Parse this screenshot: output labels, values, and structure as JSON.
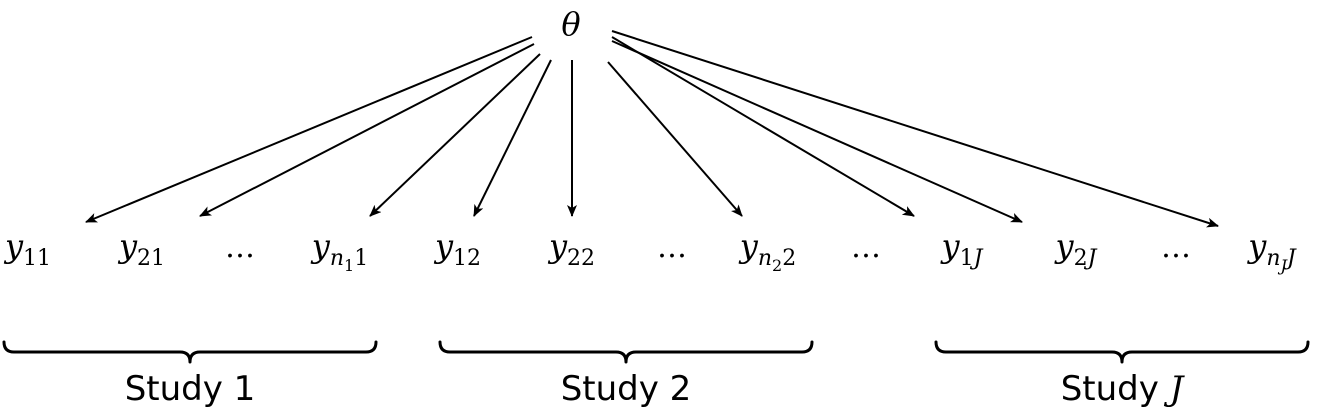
{
  "root": {
    "symbol": "θ"
  },
  "nodes": [
    {
      "id": "y11",
      "base": "y",
      "sub": "11",
      "subsub": ""
    },
    {
      "id": "y21",
      "base": "y",
      "sub": "21",
      "subsub": ""
    },
    {
      "id": "dots1",
      "dots": "…"
    },
    {
      "id": "yn11",
      "base": "y",
      "sub": "n",
      "subsub": "1",
      "tail": "1"
    },
    {
      "id": "y12",
      "base": "y",
      "sub": "12",
      "subsub": ""
    },
    {
      "id": "y22",
      "base": "y",
      "sub": "22",
      "subsub": ""
    },
    {
      "id": "dots2",
      "dots": "…"
    },
    {
      "id": "yn22",
      "base": "y",
      "sub": "n",
      "subsub": "2",
      "tail": "2"
    },
    {
      "id": "dots3",
      "dots": "…"
    },
    {
      "id": "y1J",
      "base": "y",
      "sub": "1",
      "subsub": "",
      "tailItalic": "J"
    },
    {
      "id": "y2J",
      "base": "y",
      "sub": "2",
      "subsub": "",
      "tailItalic": "J"
    },
    {
      "id": "dots4",
      "dots": "…"
    },
    {
      "id": "ynJJ",
      "base": "y",
      "sub": "n",
      "subsub": "J",
      "tailItalic": "J"
    }
  ],
  "groups": [
    {
      "label_prefix": "Study ",
      "label_suffix": "1",
      "suffix_italic": false
    },
    {
      "label_prefix": "Study ",
      "label_suffix": "2",
      "suffix_italic": false
    },
    {
      "label_prefix": "Study ",
      "label_suffix": "J",
      "suffix_italic": true
    }
  ]
}
